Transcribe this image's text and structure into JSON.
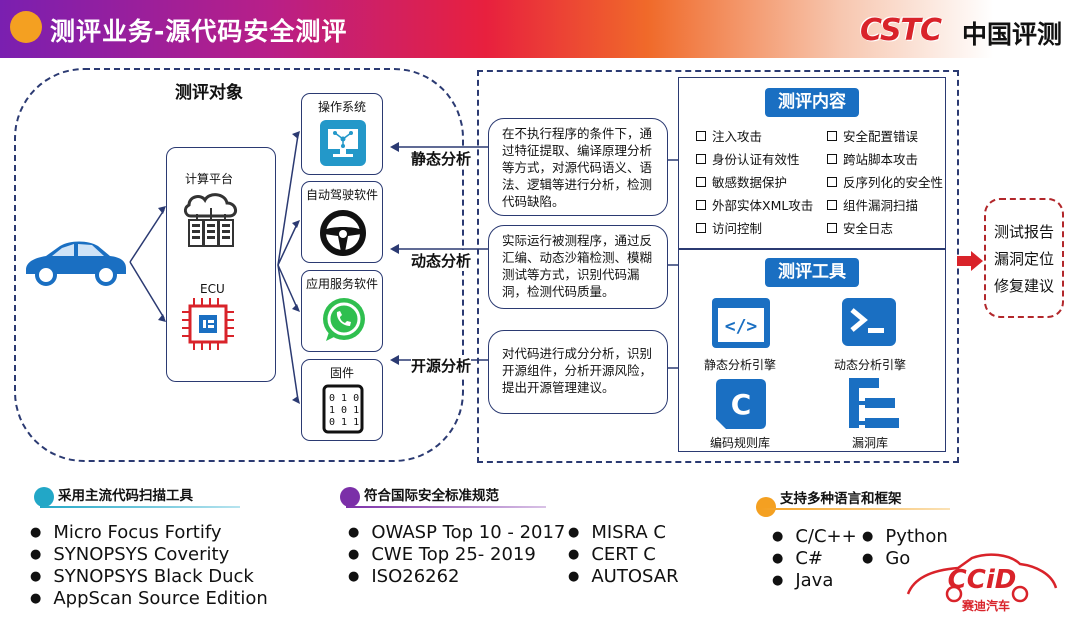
{
  "header": {
    "title": "测评业务-源代码安全测评",
    "logo_text": "CSTC",
    "logo_cn": "中国评测"
  },
  "left": {
    "title": "测评对象",
    "platform": "计算平台",
    "ecu": "ECU",
    "targets": [
      "操作系统",
      "自动驾驶软件",
      "应用服务软件",
      "固件"
    ]
  },
  "analysis": [
    {
      "label": "静态分析",
      "desc": "在不执行程序的条件下，通过特征提取、编译原理分析等方式，对源代码语义、语法、逻辑等进行分析，检测代码缺陷。"
    },
    {
      "label": "动态分析",
      "desc": "实际运行被测程序，通过反汇编、动态沙箱检测、模糊测试等方式，识别代码漏洞，检测代码质量。"
    },
    {
      "label": "开源分析",
      "desc": "对代码进行成分分析，识别开源组件，分析开源风险，提出开源管理建议。"
    }
  ],
  "content": {
    "title": "测评内容",
    "col1": [
      "注入攻击",
      "身份认证有效性",
      "敏感数据保护",
      "外部实体XML攻击",
      "访问控制"
    ],
    "col2": [
      "安全配置错误",
      "跨站脚本攻击",
      "反序列化的安全性",
      "组件漏洞扫描",
      "安全日志"
    ]
  },
  "tools": {
    "title": "测评工具",
    "items": [
      "静态分析引擎",
      "动态分析引擎",
      "编码规则库",
      "漏洞库"
    ]
  },
  "results": [
    "测试报告",
    "漏洞定位",
    "修复建议"
  ],
  "bottom": {
    "scan_tools": {
      "title": "采用主流代码扫描工具",
      "items": [
        "Micro Focus Fortify",
        "SYNOPSYS Coverity",
        "SYNOPSYS Black Duck",
        "AppScan Source Edition"
      ]
    },
    "standards": {
      "title": "符合国际安全标准规范",
      "col1": [
        "OWASP Top 10 - 2017",
        "CWE Top 25- 2019",
        "ISO26262"
      ],
      "col2": [
        "MISRA C",
        "CERT C",
        "AUTOSAR"
      ]
    },
    "languages": {
      "title": "支持多种语言和框架",
      "col1": [
        "C/C++",
        "C#",
        "Java"
      ],
      "col2": [
        "Python",
        "Go"
      ]
    }
  },
  "ccid": {
    "text": "CCiD",
    "sub": "赛迪汽车"
  },
  "colors": {
    "accent_blue": "#1a6fc2",
    "navy": "#2b3a72",
    "red": "#d9232a",
    "orange": "#f4a021",
    "teal": "#22a7c7",
    "purple": "#7b2fa8"
  }
}
